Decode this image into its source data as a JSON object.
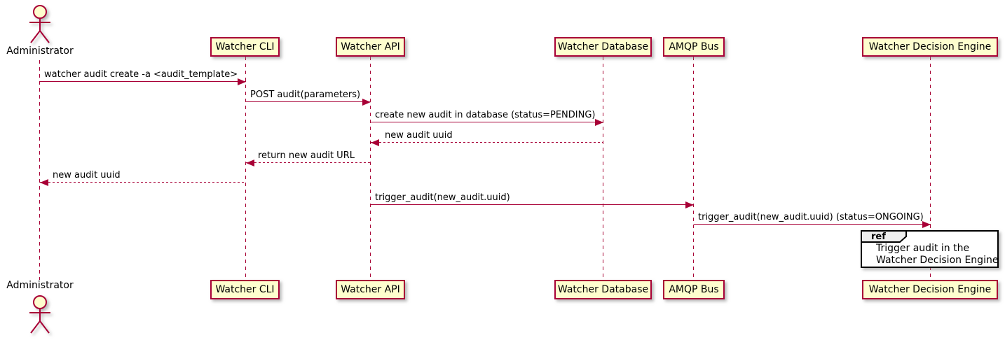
{
  "diagram": {
    "type": "sequence-diagram",
    "actor": {
      "name": "Administrator"
    },
    "participants": [
      {
        "label": "Watcher CLI"
      },
      {
        "label": "Watcher API"
      },
      {
        "label": "Watcher Database"
      },
      {
        "label": "AMQP Bus"
      },
      {
        "label": "Watcher Decision Engine"
      }
    ],
    "messages": [
      {
        "from": "Administrator",
        "to": "Watcher CLI",
        "style": "solid",
        "text": "watcher audit create -a <audit_template>"
      },
      {
        "from": "Watcher CLI",
        "to": "Watcher API",
        "style": "solid",
        "text": "POST audit(parameters)"
      },
      {
        "from": "Watcher API",
        "to": "Watcher Database",
        "style": "solid",
        "text": "create new audit in database (status=PENDING)"
      },
      {
        "from": "Watcher Database",
        "to": "Watcher API",
        "style": "dashed",
        "text": "new audit uuid"
      },
      {
        "from": "Watcher API",
        "to": "Watcher CLI",
        "style": "dashed",
        "text": "return new audit URL"
      },
      {
        "from": "Watcher CLI",
        "to": "Administrator",
        "style": "dashed",
        "text": "new audit uuid"
      },
      {
        "from": "Watcher API",
        "to": "AMQP Bus",
        "style": "solid",
        "text": "trigger_audit(new_audit.uuid)"
      },
      {
        "from": "AMQP Bus",
        "to": "Watcher Decision Engine",
        "style": "solid",
        "text": "trigger_audit(new_audit.uuid) (status=ONGOING)"
      }
    ],
    "ref": {
      "keyword": "ref",
      "lines": {
        "0": "Trigger audit in the",
        "1": "Watcher Decision Engine"
      }
    },
    "colors": {
      "participant_fill": "#FEFECE",
      "line_accent": "#A80036",
      "text": "#000000",
      "ref_fill": "#FFFFFF",
      "ref_border": "#000000",
      "ref_tab_fill": "#EEEEEE"
    }
  }
}
